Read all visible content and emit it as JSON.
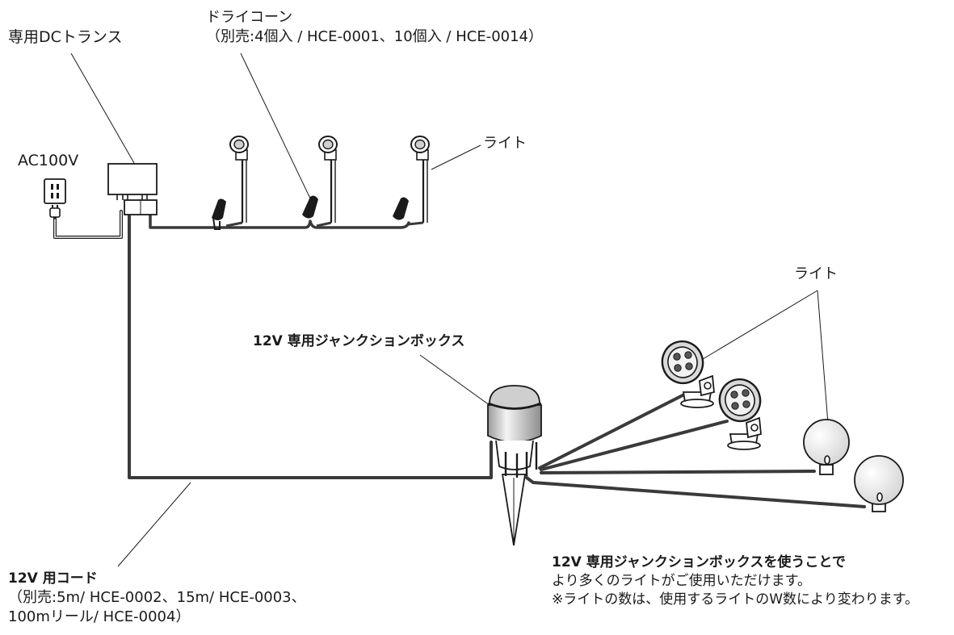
{
  "labels": {
    "transformer": "専用DCトランス",
    "ac_voltage": "AC100V",
    "dry_cone_title": "ドライコーン",
    "dry_cone_note": "（別売:4個入 / HCE-0001、10個入 / HCE-0014）",
    "light_top": "ライト",
    "light_right": "ライト",
    "junction_box": "12V 専用ジャンクションボックス",
    "cord_title": "12V 用コード",
    "cord_note_1": "（別売:5m/ HCE-0002、15m/ HCE-0003、",
    "cord_note_2": "100mリール/ HCE-0004）",
    "note_line_1": "12V 専用ジャンクションボックスを使うことで",
    "note_line_2": "より多くのライトがご使用いただけます。",
    "note_line_3": "※ライトの数は、使用するライトのW数により変わります。"
  },
  "colors": {
    "line": "#1a1a1a",
    "cable": "#3a3a3a",
    "fill": "#ffffff",
    "shade": "#d8d8d8"
  }
}
